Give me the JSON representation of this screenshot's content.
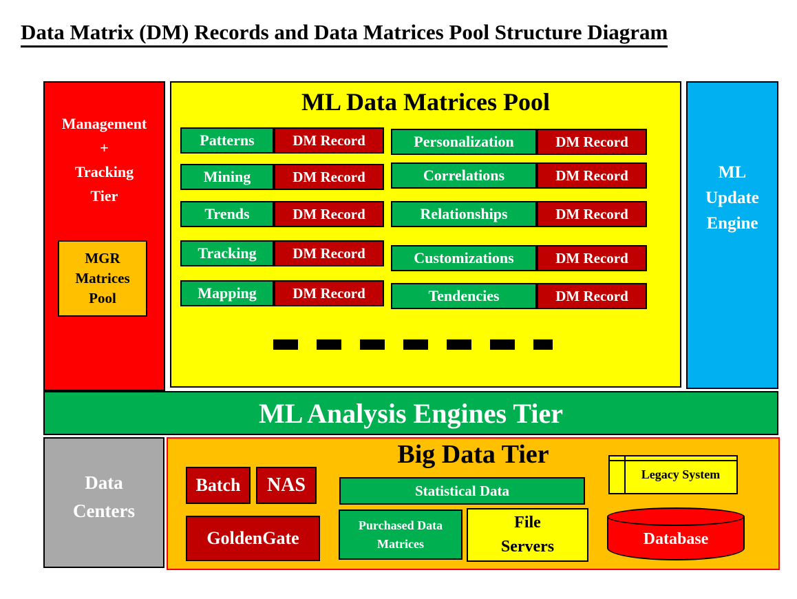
{
  "title": "Data Matrix (DM) Records and Data Matrices Pool Structure Diagram",
  "management_tier": {
    "label": "Management\n+\nTracking\nTier",
    "mgr_pool_label": "MGR\nMatrices\nPool"
  },
  "pool": {
    "title": "ML Data Matrices Pool",
    "dm_record_label": "DM Record",
    "left_rows": [
      "Patterns",
      "Mining",
      "Trends",
      "Tracking",
      "Mapping"
    ],
    "right_rows": [
      "Personalization",
      "Correlations",
      "Relationships",
      "Customizations",
      "Tendencies"
    ]
  },
  "update_engine": {
    "label": "ML\nUpdate\nEngine"
  },
  "analysis_tier": {
    "label": "ML Analysis Engines Tier"
  },
  "big_data_tier": {
    "title": "Big Data Tier",
    "data_centers_label": "Data\nCenters",
    "batch_label": "Batch",
    "nas_label": "NAS",
    "goldengate_label": "GoldenGate",
    "statistical_data_label": "Statistical Data",
    "purchased_label": "Purchased Data\nMatrices",
    "file_servers_label": "File\nServers",
    "legacy_system_label": "Legacy System",
    "database_label": "Database"
  },
  "colors": {
    "bright_red": "#FF0000",
    "dark_red": "#C00000",
    "green": "#00B050",
    "yellow": "#FFFF00",
    "blue": "#00B0F0",
    "orange": "#FFC000",
    "gray": "#A9A9A9"
  }
}
